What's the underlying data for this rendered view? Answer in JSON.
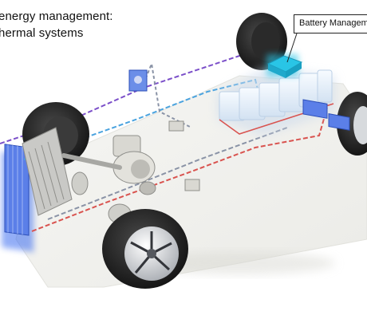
{
  "title": {
    "line1": "energy management:",
    "line2": "hermal systems"
  },
  "callouts": {
    "battery_management": "Battery Managem"
  },
  "colors": {
    "coolant_hot": "#d9534f",
    "coolant_cold": "#4aa3df",
    "refrigerant": "#7b4fc9",
    "loop_grey": "#8a93a6",
    "battery_module": "#e8f0fa",
    "bms_highlight": "#29c5e6",
    "radiator_glow": "#3a6cf0"
  }
}
